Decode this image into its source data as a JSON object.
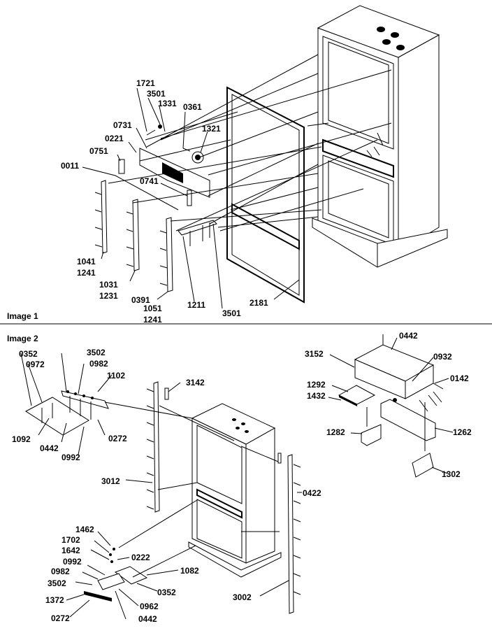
{
  "captions": {
    "image1": "Image 1",
    "image2": "Image 2"
  },
  "image1_labels": {
    "l1721": "1721",
    "l3501a": "3501",
    "l1331": "1331",
    "l0361": "0361",
    "l0731": "0731",
    "l1321": "1321",
    "l0221": "0221",
    "l0751": "0751",
    "l0011": "0011",
    "l0741": "0741",
    "l1041": "1041",
    "l1241a": "1241",
    "l1031": "1031",
    "l1231": "1231",
    "l0391": "0391",
    "l1051": "1051",
    "l1241b": "1241",
    "l1211": "1211",
    "l3501b": "3501",
    "l2181": "2181"
  },
  "image2_labels": {
    "l0352a": "0352",
    "l0972": "0972",
    "l3502a": "3502",
    "l0982a": "0982",
    "l1102": "1102",
    "l1092": "1092",
    "l0442a": "0442",
    "l0992a": "0992",
    "l0272a": "0272",
    "l3142": "3142",
    "l3012": "3012",
    "l0422": "0422",
    "l1462": "1462",
    "l1702": "1702",
    "l1642": "1642",
    "l0222": "0222",
    "l0992b": "0992",
    "l1082": "1082",
    "l0982b": "0982",
    "l3502b": "3502",
    "l0352b": "0352",
    "l1372": "1372",
    "l0962": "0962",
    "l0272b": "0272",
    "l0442b": "0442",
    "l3002": "3002"
  },
  "image3_labels": {
    "l0442c": "0442",
    "l3152": "3152",
    "l0932": "0932",
    "l0142": "0142",
    "l1292": "1292",
    "l1432": "1432",
    "l1282": "1282",
    "l1262": "1262",
    "l1302": "1302"
  }
}
